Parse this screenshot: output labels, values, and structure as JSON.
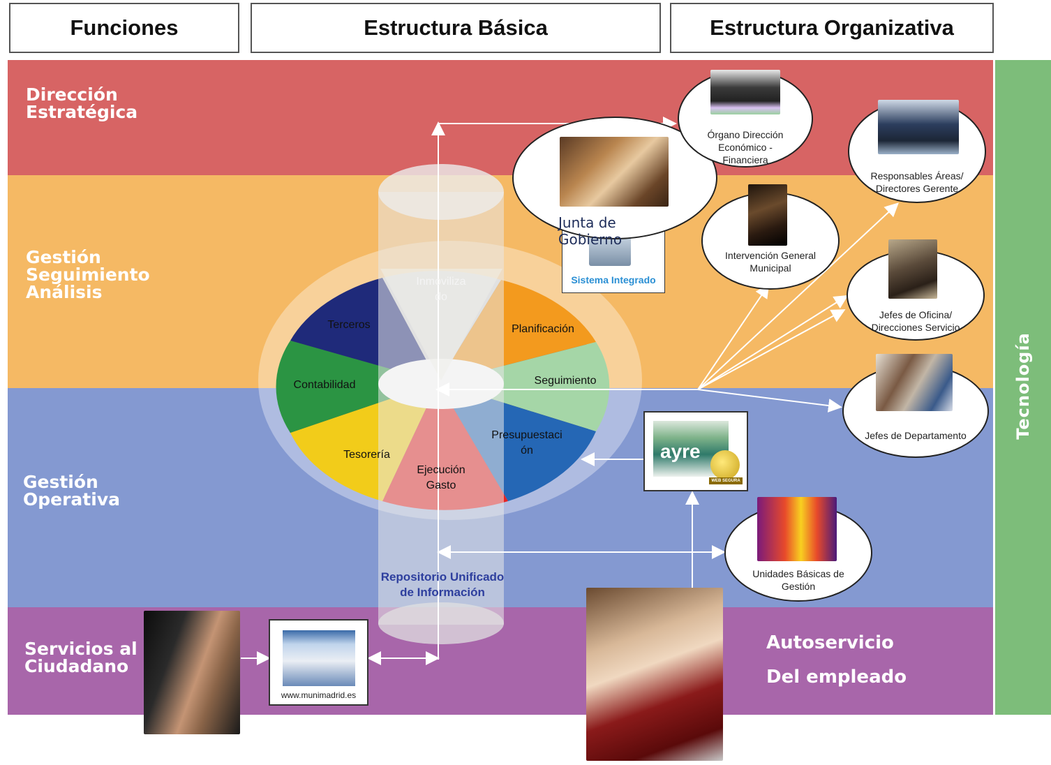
{
  "headers": {
    "funciones": "Funciones",
    "estructura_basica": "Estructura Básica",
    "estructura_organizativa": "Estructura Organizativa"
  },
  "bands": {
    "direccion": {
      "line1": "Dirección",
      "line2": "Estratégica",
      "color": "#d76464"
    },
    "gestion_seguimiento": {
      "line1": "Gestión",
      "line2": "Seguimiento",
      "line3": "Análisis",
      "color": "#f5b964"
    },
    "gestion_operativa": {
      "line1": "Gestión",
      "line2": "Operativa",
      "color": "#8499d1"
    },
    "servicios": {
      "line1": "Servicios al",
      "line2": "Ciudadano",
      "color": "#a866aa"
    }
  },
  "tecnologia": {
    "label": "Tecnología",
    "color": "#7dbd7a"
  },
  "wheel": {
    "segments": {
      "terceros": "Terceros",
      "inmovilizado_1": "Inmoviliza",
      "inmovilizado_2": "do",
      "planificacion": "Planificación",
      "seguimiento": "Seguimiento",
      "presupuestacion_1": "Presupuestaci",
      "presupuestacion_2": "ón",
      "ejecucion_1": "Ejecución",
      "ejecucion_2": "Gasto",
      "tesoreria": "Tesorería",
      "contabilidad": "Contabilidad"
    },
    "colors": {
      "terceros": "#1f2a7a",
      "planificacion": "#f39a1e",
      "seguimiento": "#a5d6a7",
      "presupuestacion": "#2567b5",
      "ejecucion": "#e52424",
      "tesoreria": "#f2cc1a",
      "contabilidad": "#2b9443"
    }
  },
  "repositorio": {
    "line1": "Repositorio Unificado",
    "line2": "de Información"
  },
  "sistema_integrado": "Sistema Integrado",
  "junta": {
    "line1": "Junta de",
    "line2": "Gobierno"
  },
  "org": {
    "organo": {
      "line1": "Órgano Dirección",
      "line2": "Económico -",
      "line3": "Financiera"
    },
    "responsables": {
      "line1": "Responsables Áreas/",
      "line2": "Directores Gerente"
    },
    "intervencion": {
      "line1": "Intervención General",
      "line2": "Municipal"
    },
    "jefes_oficina": {
      "line1": "Jefes de Oficina/",
      "line2": "Direcciones Servicio"
    },
    "jefes_departamento": "Jefes de Departamento",
    "unidades": {
      "line1": "Unidades Básicas de",
      "line2": "Gestión"
    }
  },
  "ayre": {
    "logo": "ayre",
    "badge": "WEB SEGURA"
  },
  "website": "www.munimadrid.es",
  "autoservicio": {
    "line1": "Autoservicio",
    "line2": "Del empleado"
  }
}
